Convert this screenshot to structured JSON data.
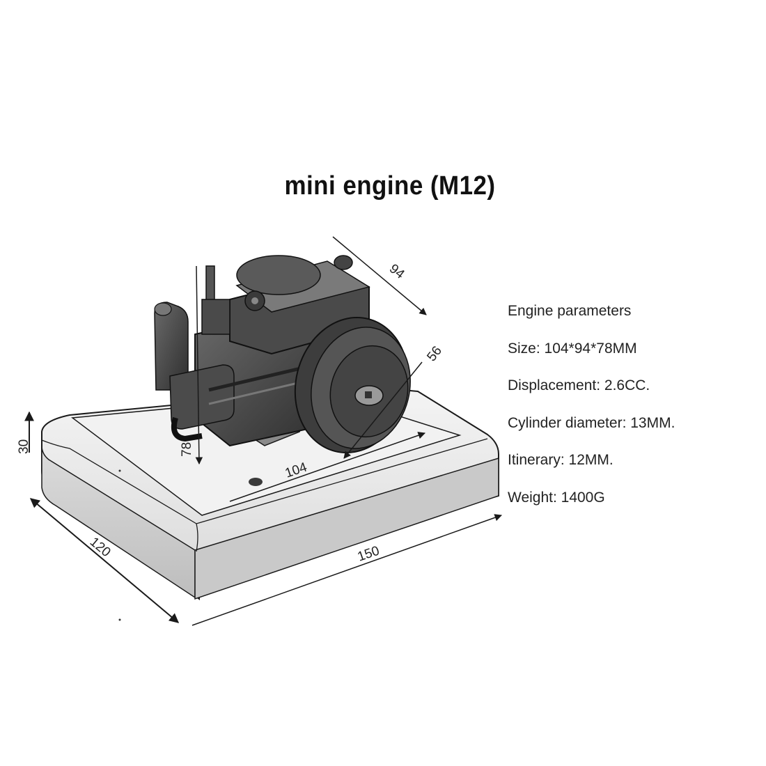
{
  "title": "mini engine (M12)",
  "parameters": {
    "heading": "Engine parameters",
    "items": [
      "Size: 104*94*78MM",
      "Displacement: 2.6CC.",
      "Cylinder diameter: 13MM.",
      "Itinerary: 12MM.",
      "Weight: 1400G"
    ]
  },
  "dimensions": {
    "base_height": "30",
    "base_depth": "120",
    "base_width": "150",
    "engine_width": "104",
    "engine_depth": "94",
    "engine_height": "78",
    "flywheel": "56"
  },
  "colors": {
    "line": "#1a1a1a",
    "base_fill": "#e9e9e9",
    "engine_dark": "#3c3c3c",
    "engine_mid": "#5a5a5a"
  }
}
